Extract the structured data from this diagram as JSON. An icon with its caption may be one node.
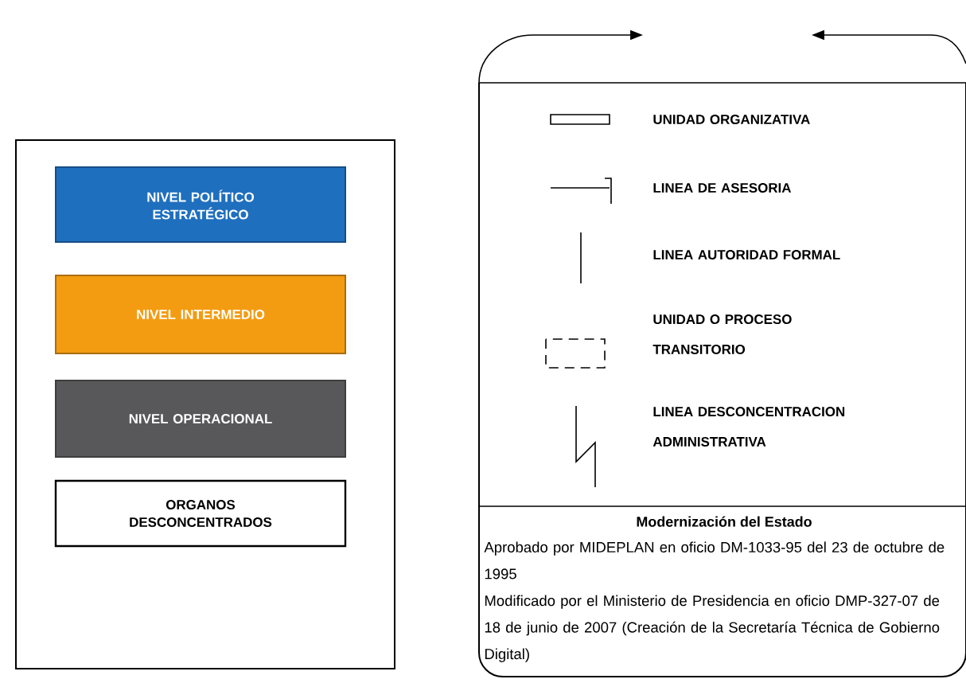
{
  "diagram": {
    "labels": [
      "Modernización del Estado",
      "Aprobado por MIDEPLAN en oficio DM-1033-95 del 23 de octubre de 1995",
      "Modificado por el Ministerio de Presidencia en oficio DMP-327-07 de 18 de junio de 2007 (Creación de la Secretaría Técnica de Gobierno Digital)"
    ],
    "legend": [
      {
        "text": "NIVEL POLÍTICO ESTRATÉGICO",
        "color": "#1f6fbf"
      },
      {
        "text": "NIVEL INTERMEDIO",
        "color": "#f39c12"
      },
      {
        "text": "NIVEL OPERACIONAL",
        "color": "#58585a"
      },
      {
        "text": "ORGANOS DESCONCENTRADOS"
      },
      {
        "text": "UNIDAD ORGANIZATIVA"
      },
      {
        "text": "LINEA DE ASESORIA"
      },
      {
        "text": "LINEA AUTORIDAD FORMAL"
      },
      {
        "text": "UNIDAD O PROCESO TRANSITORIO"
      },
      {
        "text": "LINEA DESCONCENTRACION ADMINISTRATIVA"
      }
    ]
  }
}
